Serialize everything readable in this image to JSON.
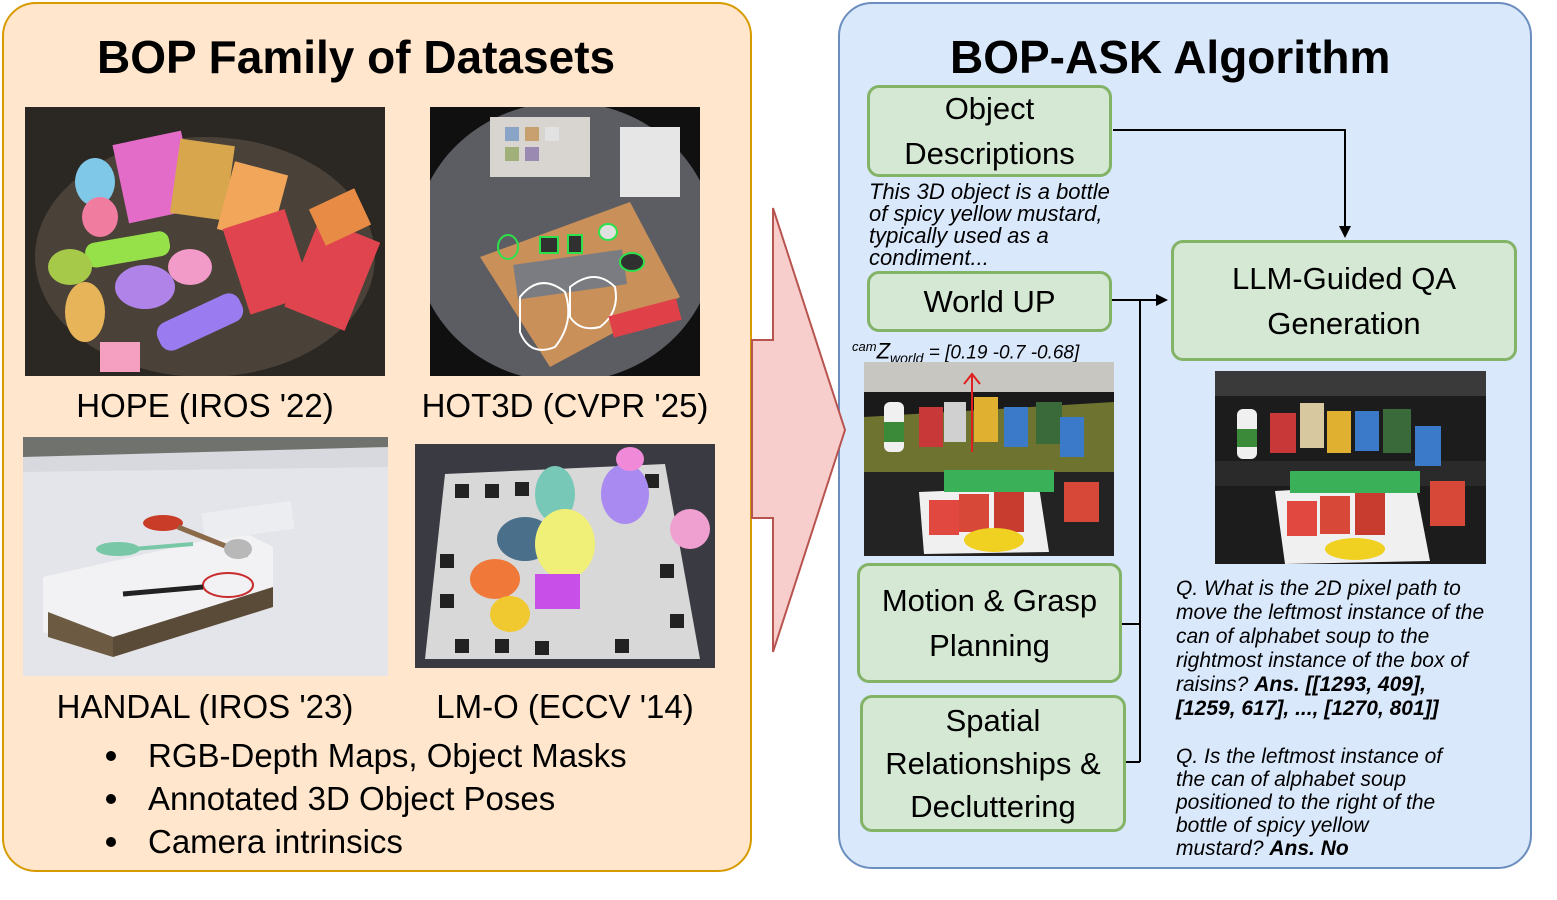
{
  "left": {
    "title": "BOP Family of Datasets",
    "datasets": [
      {
        "caption": "HOPE (IROS '22)"
      },
      {
        "caption": "HOT3D (CVPR '25)"
      },
      {
        "caption": "HANDAL (IROS '23)"
      },
      {
        "caption": "LM-O (ECCV '14)"
      }
    ],
    "bullets": [
      "RGB-Depth Maps, Object Masks",
      "Annotated 3D Object Poses",
      "Camera intrinsics"
    ]
  },
  "right": {
    "title": "BOP-ASK Algorithm",
    "object_descriptions": {
      "label_line1": "Object",
      "label_line2": "Descriptions",
      "example_lines": [
        "This 3D object is a bottle",
        "of spicy yellow mustard,",
        "typically used as a",
        "condiment..."
      ]
    },
    "world_up": {
      "label": "World UP",
      "formula_sup": "cam",
      "formula_main": "Z",
      "formula_sub": "world",
      "formula_value": " = [0.19 -0.7 -0.68]"
    },
    "motion_grasp": {
      "line1": "Motion & Grasp",
      "line2": "Planning"
    },
    "spatial": {
      "line1": "Spatial",
      "line2": "Relationships &",
      "line3": "Decluttering"
    },
    "llm_qa": {
      "line1": "LLM-Guided QA",
      "line2": "Generation"
    },
    "qa1": {
      "lines": [
        "Q. What is the 2D pixel path to",
        "move the leftmost instance of the",
        "can of alphabet soup to the",
        "rightmost instance of the box of"
      ],
      "last_plain": "raisins? ",
      "answer_line1": "Ans. [[1293, 409],",
      "answer_line2": "[1259, 617], ..., [1270, 801]]"
    },
    "qa2": {
      "lines": [
        "Q. Is the leftmost instance of",
        "the can of alphabet soup",
        "positioned to the right of the",
        "bottle of spicy yellow"
      ],
      "last_plain": "mustard? ",
      "answer": "Ans. No"
    }
  },
  "colors": {
    "left_fill": "#ffe6cc",
    "left_border": "#d79b00",
    "right_fill": "#dae8fc",
    "right_border": "#6c8ebf",
    "box_fill": "#d5e8d4",
    "box_border": "#82b366",
    "big_arrow_fill": "#f8cecc",
    "big_arrow_border": "#b85450"
  }
}
